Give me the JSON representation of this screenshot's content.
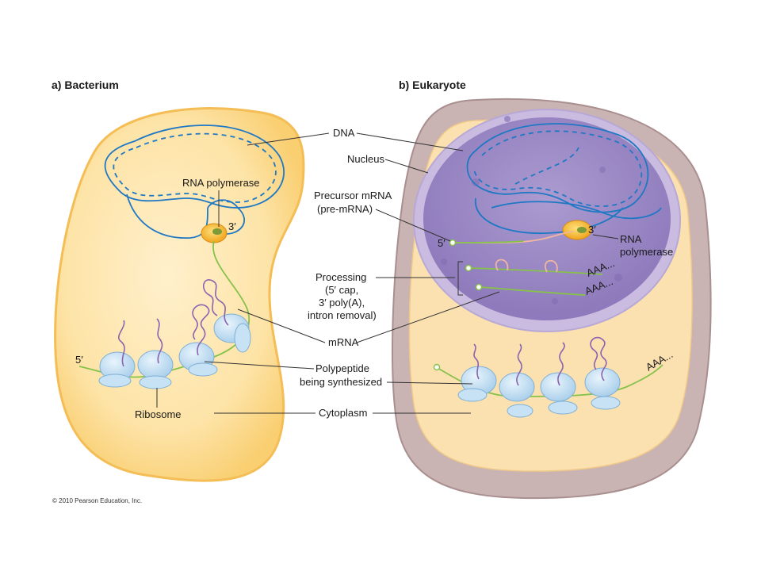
{
  "panels": {
    "bacterium_title": "a) Bacterium",
    "eukaryote_title": "b) Eukaryote"
  },
  "labels": {
    "dna": "DNA",
    "nucleus": "Nucleus",
    "precursor_line1": "Precursor mRNA",
    "precursor_line2": "(pre-mRNA)",
    "processing_line1": "Processing",
    "processing_line2": "(5′ cap,",
    "processing_line3": "3′ poly(A),",
    "processing_line4": "intron removal)",
    "mrna": "mRNA",
    "polypeptide_line1": "Polypeptide",
    "polypeptide_line2": "being synthesized",
    "cytoplasm": "Cytoplasm",
    "rna_polymerase_bact": "RNA polymerase",
    "rna_polymerase_euk_line1": "RNA",
    "rna_polymerase_euk_line2": "polymerase",
    "ribosome": "Ribosome",
    "three_prime": "3′",
    "five_prime": "5′",
    "poly_a": "AAA..."
  },
  "copyright": "© 2010 Pearson Education, Inc.",
  "colors": {
    "bacterium_fill": "#fde3a6",
    "bacterium_edge": "#f7c45a",
    "euk_outer": "#c9b3b3",
    "euk_cytoplasm": "#fbe0b0",
    "nucleus_fill": "#9a87c4",
    "nucleus_edge": "#c2b6dc",
    "dna": "#1f78c4",
    "mrna": "#86c24a",
    "ribosome": "#b9d9f1",
    "polymerase": "#f3b52a",
    "polypeptide": "#8a63b0"
  }
}
